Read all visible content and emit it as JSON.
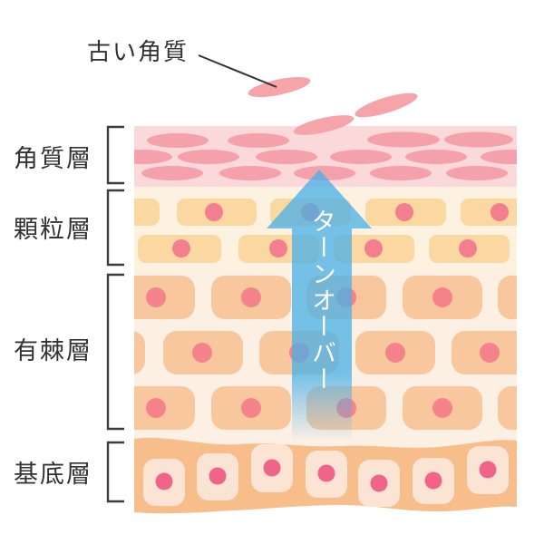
{
  "callout": {
    "label": "古い角質",
    "line_color": "#333333"
  },
  "turnover": {
    "label": "ターンオーバー",
    "arrow_color": "#47b0e8"
  },
  "layers": [
    {
      "name": "角質層",
      "band_color": "#fbd8da",
      "cell_color": "#f5a1ab"
    },
    {
      "name": "顆粒層",
      "band_color": "#fdf1df",
      "cell_color": "#fbd8a2",
      "nucleus_color": "#f37e8d"
    },
    {
      "name": "有棘層",
      "band_color": "#fcefe3",
      "cell_color": "#f9c79e",
      "nucleus_color": "#f4838c"
    },
    {
      "name": "基底層",
      "band_color": "#f7bd8b",
      "cell_color": "#fbe4d3",
      "nucleus_color": "#f1648a"
    }
  ],
  "flakes": {
    "color": "#f7a3aa",
    "count": 3
  },
  "style": {
    "background": "#ffffff",
    "label_color": "#333333",
    "bracket_color": "#3d3d3d"
  }
}
